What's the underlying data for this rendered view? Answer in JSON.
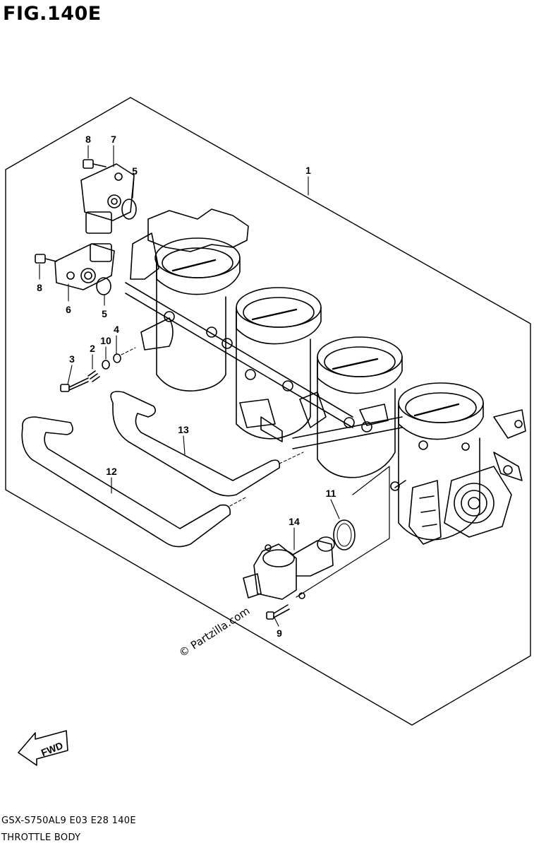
{
  "figure": {
    "title": "FIG.140E",
    "model_code": "GSX-S750AL9  E03  E28  140E",
    "section_name": "THROTTLE BODY",
    "watermark": "© Partzilla.com",
    "fwd_label": "FWD"
  },
  "callouts": [
    {
      "id": "c8a",
      "label": "8"
    },
    {
      "id": "c7",
      "label": "7"
    },
    {
      "id": "c5a",
      "label": "5"
    },
    {
      "id": "c8b",
      "label": "8"
    },
    {
      "id": "c6",
      "label": "6"
    },
    {
      "id": "c5b",
      "label": "5"
    },
    {
      "id": "c4",
      "label": "4"
    },
    {
      "id": "c10",
      "label": "10"
    },
    {
      "id": "c2",
      "label": "2"
    },
    {
      "id": "c3",
      "label": "3"
    },
    {
      "id": "c1",
      "label": "1"
    },
    {
      "id": "c13",
      "label": "13"
    },
    {
      "id": "c12",
      "label": "12"
    },
    {
      "id": "c11",
      "label": "11"
    },
    {
      "id": "c14",
      "label": "14"
    },
    {
      "id": "c9",
      "label": "9"
    }
  ]
}
